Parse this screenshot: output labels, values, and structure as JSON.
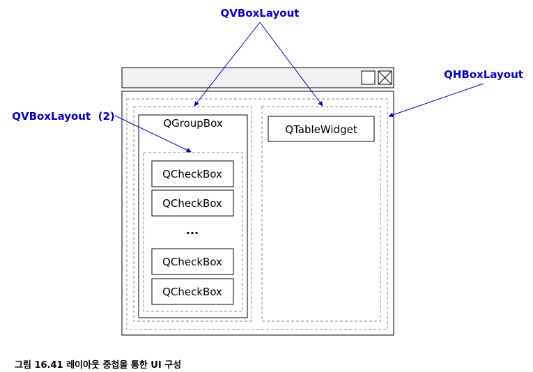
{
  "annotations": {
    "vbox_top": "QVBoxLayout",
    "hbox": "QHBoxLayout",
    "vbox_2": "QVBoxLayout  (2)"
  },
  "widgets": {
    "group_box": "QGroupBox",
    "checkboxes": [
      "QCheckBox",
      "QCheckBox",
      "QCheckBox",
      "QCheckBox"
    ],
    "ellipsis": "...",
    "table_widget": "QTableWidget"
  },
  "caption": "그림 16.41 레이아웃 중첩을 통한 UI 구성",
  "colors": {
    "annotation": "#0000cc",
    "outline": "#000000",
    "dashed": "#888888",
    "titlebar": "#f2f2f2"
  }
}
